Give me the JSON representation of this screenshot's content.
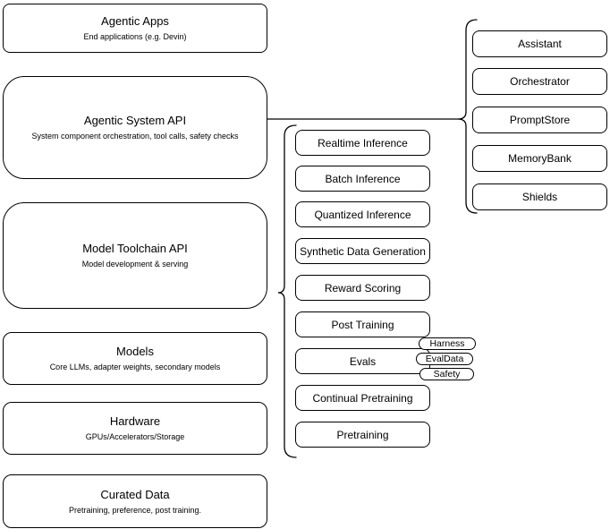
{
  "diagram": {
    "title_implied": "Agentic system stack diagram",
    "colors": {
      "stroke": "#000000",
      "background": "#ffffff",
      "text": "#000000"
    },
    "left_column": [
      {
        "title": "Agentic Apps",
        "subtitle": "End applications (e.g. Devin)"
      },
      {
        "title": "Agentic System API",
        "subtitle": "System component orchestration, tool calls, safety checks"
      },
      {
        "title": "Model Toolchain API",
        "subtitle": "Model development & serving"
      },
      {
        "title": "Models",
        "subtitle": "Core LLMs, adapter weights, secondary models"
      },
      {
        "title": "Hardware",
        "subtitle": "GPUs/Accelerators/Storage"
      },
      {
        "title": "Curated Data",
        "subtitle": "Pretraining, preference, post training."
      }
    ],
    "toolchain_services": [
      "Realtime Inference",
      "Batch Inference",
      "Quantized Inference",
      "Synthetic Data Generation",
      "Reward Scoring",
      "Post Training",
      "Evals",
      "Continual Pretraining",
      "Pretraining"
    ],
    "eval_components": [
      "Harness",
      "EvalData",
      "Safety"
    ],
    "system_components": [
      "Assistant",
      "Orchestrator",
      "PromptStore",
      "MemoryBank",
      "Shields"
    ]
  }
}
